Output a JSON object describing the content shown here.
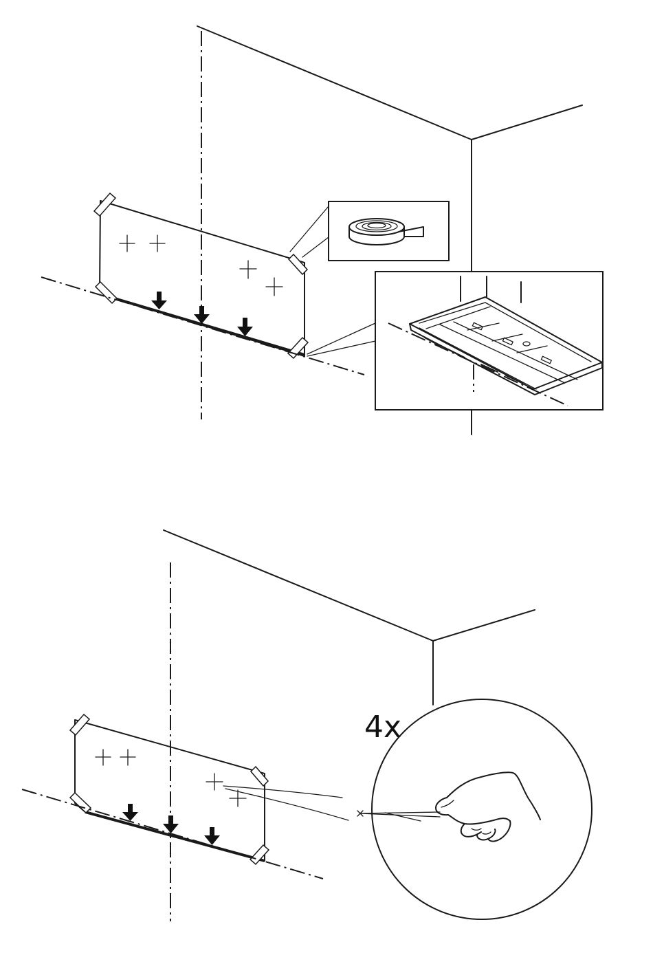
{
  "colors": {
    "line": "#1a1a1a",
    "background": "#ffffff",
    "arrow": "#111111"
  },
  "steps": [
    {
      "id": "step-tape-template",
      "icons": [
        "template-sheet",
        "adhesive-tape-roll",
        "cooker-hood-detail",
        "alignment-arrow"
      ],
      "marker_count": 4
    },
    {
      "id": "step-mark-holes",
      "quantity_label": "4x",
      "icons": [
        "template-sheet",
        "hand-with-pencil",
        "alignment-arrow"
      ],
      "marker_count": 3
    }
  ]
}
